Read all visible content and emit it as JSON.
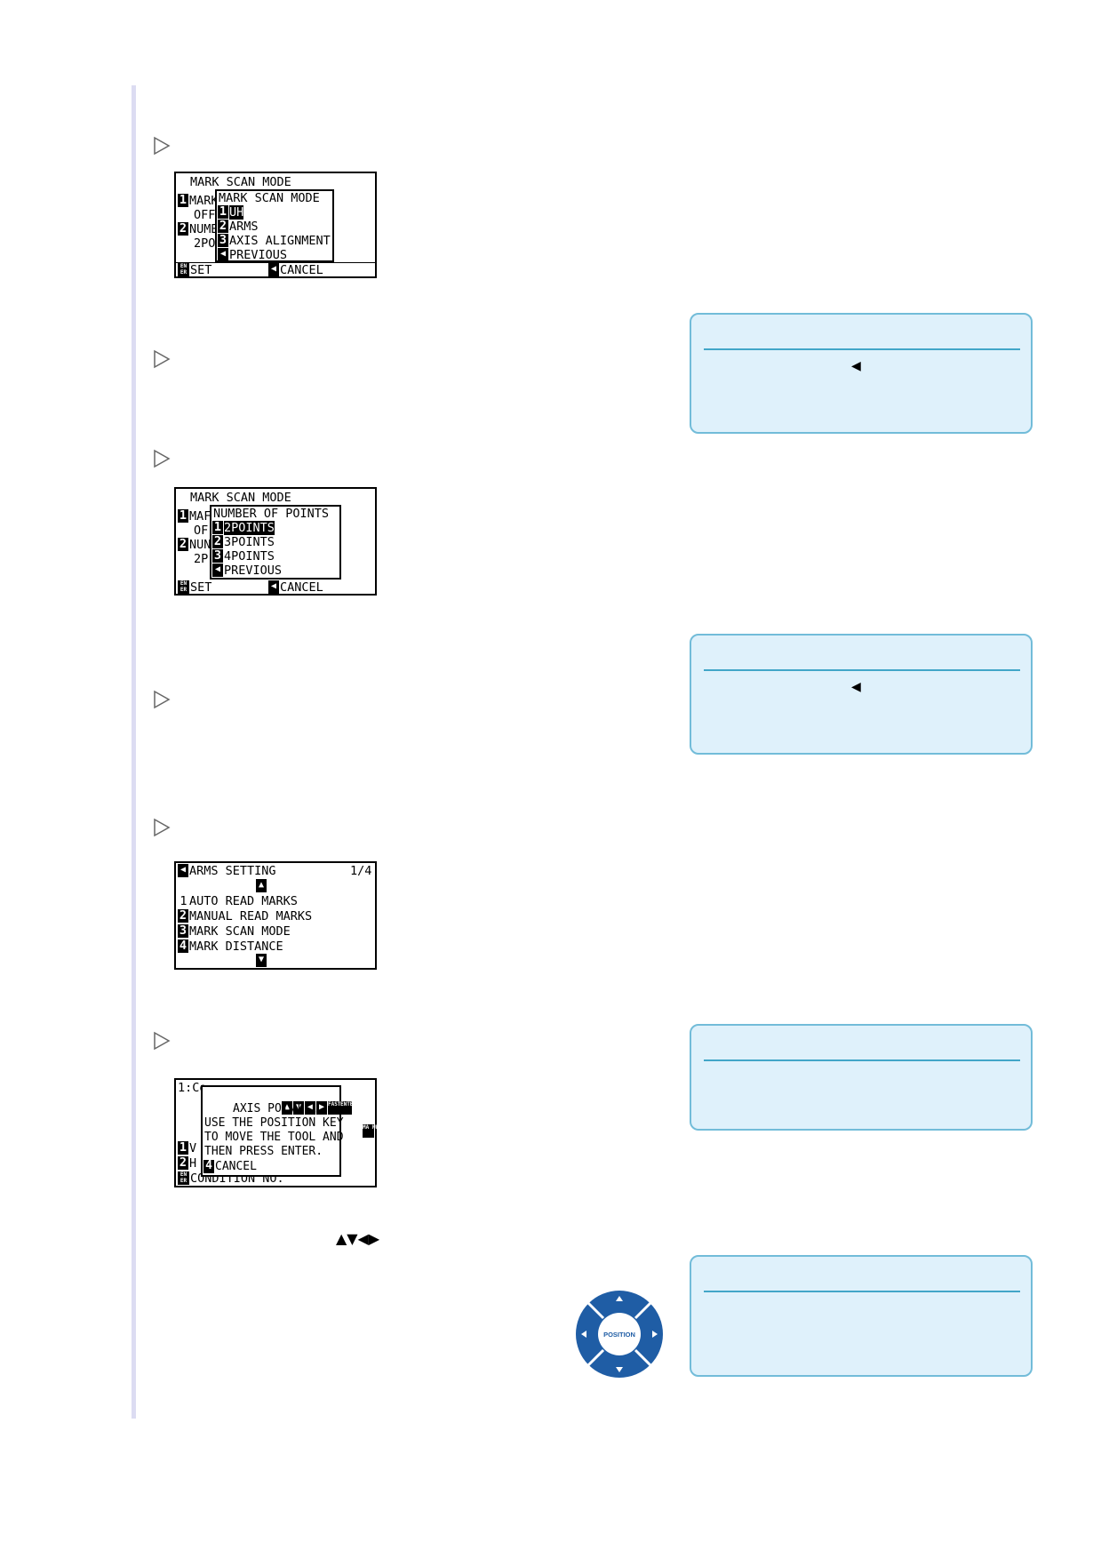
{
  "screens": {
    "s1": {
      "title": "MARK SCAN MODE",
      "rows": [
        "MARK",
        "OFF",
        "NUMB",
        "2PO"
      ],
      "keys": [
        "1",
        "2"
      ],
      "popup_title": "MARK SCAN MODE",
      "popup_items": [
        {
          "key": "1",
          "label": "UH"
        },
        {
          "key": "2",
          "label": "ARMS"
        },
        {
          "key": "3",
          "label": "AXIS ALIGNMENT"
        },
        {
          "key": "◀",
          "label": "PREVIOUS"
        }
      ],
      "footer_left": "SET",
      "footer_cancel": "CANCEL"
    },
    "s2": {
      "title": "MARK SCAN MODE",
      "rows": [
        "MAF",
        "OF",
        "NUN",
        "2P"
      ],
      "keys": [
        "1",
        "2"
      ],
      "popup_title": "NUMBER OF POINTS",
      "popup_items": [
        {
          "key": "1",
          "label": "2POINTS"
        },
        {
          "key": "2",
          "label": "3POINTS"
        },
        {
          "key": "3",
          "label": "4POINTS"
        },
        {
          "key": "◀",
          "label": "PREVIOUS"
        }
      ],
      "footer_left": "SET",
      "footer_cancel": "CANCEL"
    },
    "s3": {
      "title": "ARMS SETTING",
      "page": "1/4",
      "items": [
        {
          "key": "1",
          "label": "AUTO READ MARKS"
        },
        {
          "key": "2",
          "label": "MANUAL READ MARKS"
        },
        {
          "key": "3",
          "label": "MARK SCAN MODE"
        },
        {
          "key": "4",
          "label": "MARK DISTANCE"
        }
      ]
    },
    "s4": {
      "bg_top": "1:Co",
      "bg_v": "V",
      "bg_h": "H",
      "bg_cond": "CONDITION NO.",
      "side_key": "MA NU",
      "popup_keys": [
        "▲",
        "▼",
        "◀",
        "▶",
        "FAST",
        "ENTER"
      ],
      "popup_lines": [
        "AXIS POINT 1",
        "USE THE POSITION KEY",
        "TO MOVE THE TOOL AND",
        "THEN PRESS ENTER."
      ],
      "cancel_key": "4",
      "cancel_label": "CANCEL"
    }
  },
  "notes": [
    {
      "arrow": "◀"
    },
    {
      "arrow": "◀"
    },
    {
      "arrow": ""
    },
    {
      "arrow": ""
    }
  ],
  "inline_arrows": "▲▼◀▶",
  "nav_pad": {
    "label": "POSITION"
  },
  "colors": {
    "note_bg": "#dff1fb",
    "note_border": "#72bcd9",
    "pad_blue": "#1f5da5"
  }
}
